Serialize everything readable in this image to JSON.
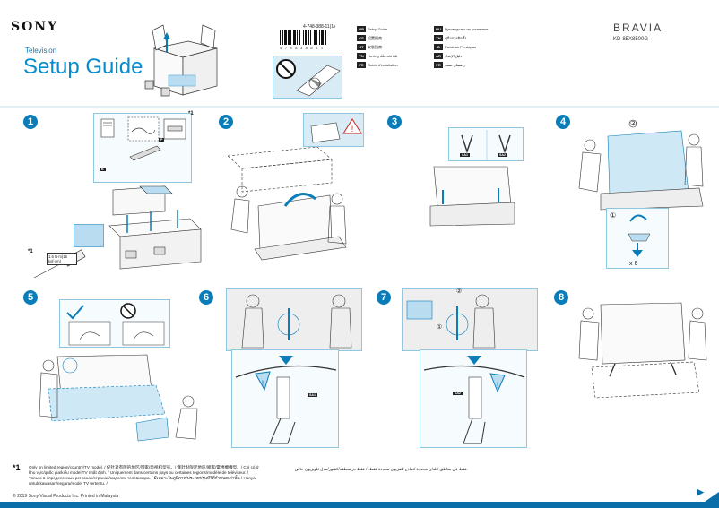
{
  "header": {
    "brand": "SONY",
    "subtitle": "Television",
    "title": "Setup Guide",
    "product_line": "BRAVIA",
    "model": "KD-85X8500G",
    "part_number": "4-748-388-11(1)",
    "barcode_number": "4 7 4 8 3 8 8 1 1"
  },
  "languages_left": [
    {
      "code": "GB",
      "name": "Setup Guide"
    },
    {
      "code": "CS",
      "name": "设置指南"
    },
    {
      "code": "CT",
      "name": "安裝指南"
    },
    {
      "code": "VN",
      "name": "Hướng dẫn cài đặt"
    },
    {
      "code": "FR",
      "name": "Guide d'installation"
    }
  ],
  "languages_right": [
    {
      "code": "RU",
      "name": "Руководство по установке"
    },
    {
      "code": "TH",
      "name": "คู่มือการติดตั้ง"
    },
    {
      "code": "ID",
      "name": "Panduan Persiapan"
    },
    {
      "code": "AR",
      "name": "دليل الإعداد"
    },
    {
      "code": "PR",
      "name": "راهنمای نصب"
    }
  ],
  "steps": [
    {
      "number": "1"
    },
    {
      "number": "2"
    },
    {
      "number": "3"
    },
    {
      "number": "4"
    },
    {
      "number": "5"
    },
    {
      "number": "6"
    },
    {
      "number": "7"
    },
    {
      "number": "8"
    }
  ],
  "labels": {
    "footnote_marker": "*1",
    "torque": "1.5 N·m{15 kgf·cm}",
    "times_six": "x 6",
    "tag_sa1": "SA1",
    "tag_sa2": "SA2",
    "tag_p": "P",
    "tag_b": "B",
    "circle_1": "①",
    "circle_2": "②"
  },
  "footnote": {
    "marker": "*1",
    "text": "Only on limited region/country/TV model. / 仅针对有限的地区/国家/电视机型号。/ 僅針對限定地區/國家/電視機機型。/ Chỉ có ở khu vực/quốc gia/kiểu model TV nhất định. / Uniquement dans certains pays ou certaines regions/modèle de téléviseur. / Только в определенных регионах/странах/моделях телевизора. / มีเฉพาะในภูมิภาค/ประเทศ/รุ่นทีวีที่กำหนดเท่านั้น / Hanya untuk kawasan/negara/model TV tertentu. /",
    "text_ar": "فقط في مناطق /بلدان محددة /نماذج تلفزيون محددة فقط. / فقط در منطقه/کشور/مدل تلویزیون خاص."
  },
  "footer": {
    "copyright": "© 2019 Sony Visual Products Inc.   Printed in Malaysia",
    "next_arrow": "▶"
  },
  "colors": {
    "accent": "#0a7db8",
    "light_panel": "#d9ecf6",
    "line_art": "#3a3a3a"
  }
}
